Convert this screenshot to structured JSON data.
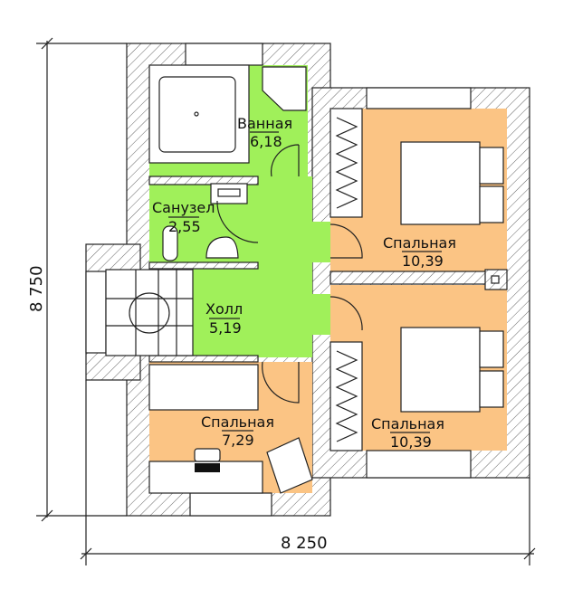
{
  "colors": {
    "wet_and_hall": "#a0f05a",
    "bedroom": "#fbc484",
    "wall_hatch": "#444444"
  },
  "rooms": [
    {
      "name": "Ванная",
      "area": "6,18"
    },
    {
      "name": "Санузел",
      "area": "2,55"
    },
    {
      "name": "Холл",
      "area": "5,19"
    },
    {
      "name": "Спальная",
      "area": "10,39"
    },
    {
      "name": "Спальная",
      "area": "10,39"
    },
    {
      "name": "Спальная",
      "area": "7,29"
    }
  ],
  "dimensions": {
    "height": "8 750",
    "width": "8 250"
  }
}
